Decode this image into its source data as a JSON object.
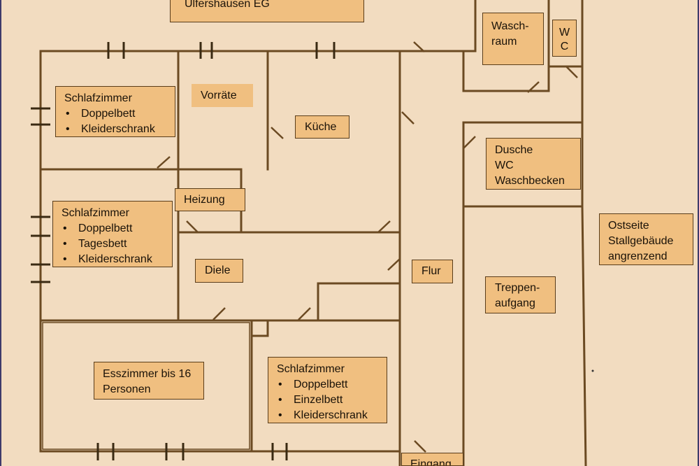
{
  "title": "Ulfershausen EG",
  "rooms": {
    "schlafzimmer1": {
      "heading": "Schlafzimmer",
      "items": [
        "Doppelbett",
        "Kleiderschrank"
      ]
    },
    "vorraete": "Vorräte",
    "kueche": "Küche",
    "waschraum": [
      "Wasch-",
      "raum"
    ],
    "wc": [
      "W",
      "C"
    ],
    "dusche": [
      "Dusche",
      "WC",
      "Waschbecken"
    ],
    "heizung": "Heizung",
    "schlafzimmer2": {
      "heading": "Schlafzimmer",
      "items": [
        "Doppelbett",
        "Tagesbett",
        "Kleiderschrank"
      ]
    },
    "diele": "Diele",
    "flur": "Flur",
    "ostseite": [
      "Ostseite",
      "Stallgebäude",
      "angrenzend"
    ],
    "treppenaufgang": [
      "Treppen-",
      "aufgang"
    ],
    "esszimmer": [
      "Esszimmer bis 16",
      "Personen"
    ],
    "schlafzimmer3": {
      "heading": "Schlafzimmer",
      "items": [
        "Doppelbett",
        "Einzelbett",
        "Kleiderschrank"
      ]
    },
    "eingang": "Eingang"
  },
  "colors": {
    "background": "#f2dcc0",
    "wall": "#6b4a22",
    "label_fill": "#f0bf80"
  }
}
